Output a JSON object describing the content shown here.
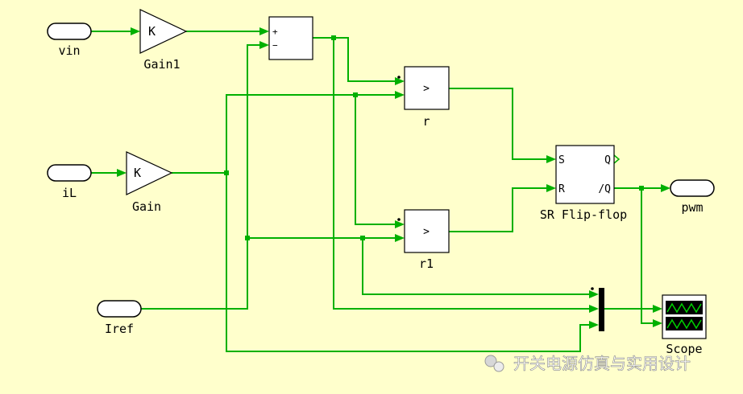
{
  "ports": {
    "vin": "vin",
    "il": "iL",
    "iref": "Iref",
    "pwm": "pwm"
  },
  "blocks": {
    "gain1_symbol": "K",
    "gain1_label": "Gain1",
    "gain_symbol": "K",
    "gain_label": "Gain",
    "sum_plus": "+",
    "sum_minus": "−",
    "relay_symbol": ">",
    "relay_r_label": "r",
    "relay_r1_label": "r1",
    "srff_label": "SR Flip-flop",
    "srff_s": "S",
    "srff_r": "R",
    "srff_q": "Q",
    "srff_nq": "/Q",
    "scope_label": "Scope"
  },
  "watermark": {
    "text": "开关电源仿真与实用设计"
  },
  "colors": {
    "background": "#ffffcc",
    "wire": "#00b000",
    "block_border": "#000000"
  }
}
